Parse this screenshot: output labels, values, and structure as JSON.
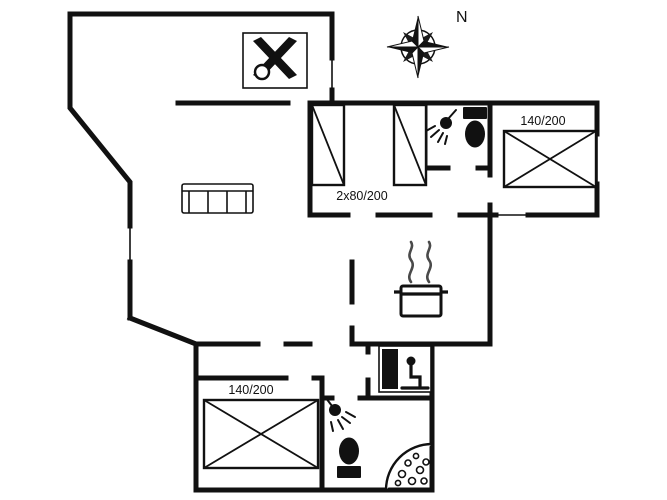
{
  "title": "holiday-home-floor-plan",
  "compass": {
    "north": "N"
  },
  "labels": {
    "bedroom_right": "140/200",
    "bedroom_middle": "2x80/200",
    "bedroom_wing": "140/200"
  },
  "colors": {
    "wall": "#111111",
    "background": "#ffffff",
    "steam": "#4a4a4a",
    "fixture": "#111111"
  },
  "icons": {
    "compass_rose": "eight-point-compass-star",
    "sofa": "sofa-top-view",
    "double_bed": "rectangle-with-x-cross",
    "single_bed": "rectangle-with-diagonal",
    "toilet": "cistern-and-bowl",
    "shower_head": "showerhead-with-spray",
    "cooking_pot": "pot-with-steam",
    "sauna": "person-on-bench-with-heater",
    "corner_spa": "quarter-circle-with-jets",
    "equipment_room": "crossed-gear-in-box"
  }
}
